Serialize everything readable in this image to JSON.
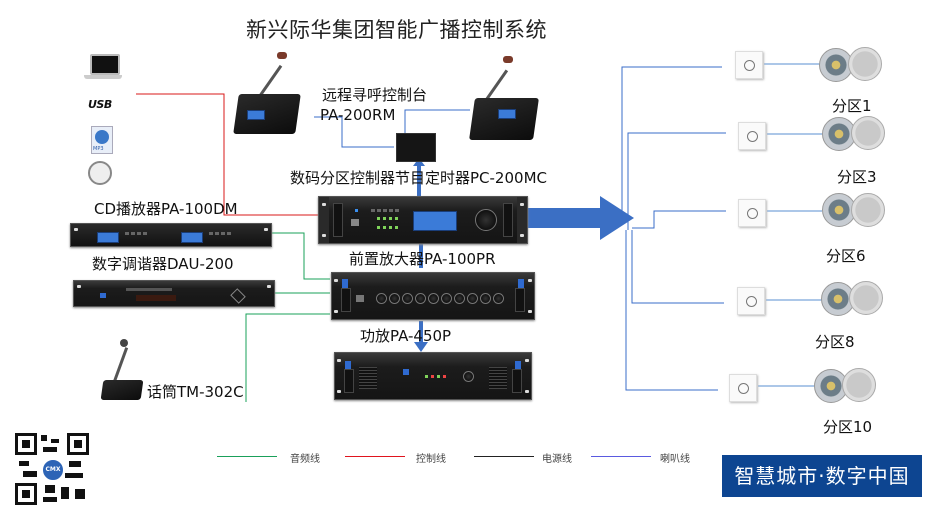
{
  "title": "新兴际华集团智能广播控制系统",
  "devices": {
    "remote_console": {
      "name": "远程寻呼控制台",
      "model": "PA-200RM"
    },
    "zone_controller": {
      "label": "数码分区控制器节目定时器PC-200MC"
    },
    "cd_player": {
      "label": "CD播放器PA-100DM"
    },
    "tuner": {
      "label": "数字调谐器DAU-200"
    },
    "preamp": {
      "label": "前置放大器PA-100PR"
    },
    "power_amp": {
      "label": "功放PA-450P"
    },
    "microphone": {
      "label": "话筒TM-302C"
    }
  },
  "sources": [
    {
      "icon": "laptop-icon"
    },
    {
      "icon": "usb-icon",
      "text": "USB"
    },
    {
      "icon": "mp3-file-icon",
      "text": "MP3"
    },
    {
      "icon": "alarm-clock-icon"
    }
  ],
  "zones": [
    {
      "label": "分区1"
    },
    {
      "label": "分区3"
    },
    {
      "label": "分区6"
    },
    {
      "label": "分区8"
    },
    {
      "label": "分区10"
    }
  ],
  "legend": [
    {
      "label": "音频线",
      "color": "#1aa05a"
    },
    {
      "label": "控制线",
      "color": "#e0141e"
    },
    {
      "label": "电源线",
      "color": "#222222"
    },
    {
      "label": "喇叭线",
      "color": "#5a5ae0"
    }
  ],
  "colors": {
    "audio": "#1aa05a",
    "control": "#d81818",
    "speaker": "#3a6cc8",
    "arrow": "#3b6fc4",
    "brand": "#0d4591"
  },
  "qr_badge": "CMX",
  "logo": "智慧城市·数字中国"
}
